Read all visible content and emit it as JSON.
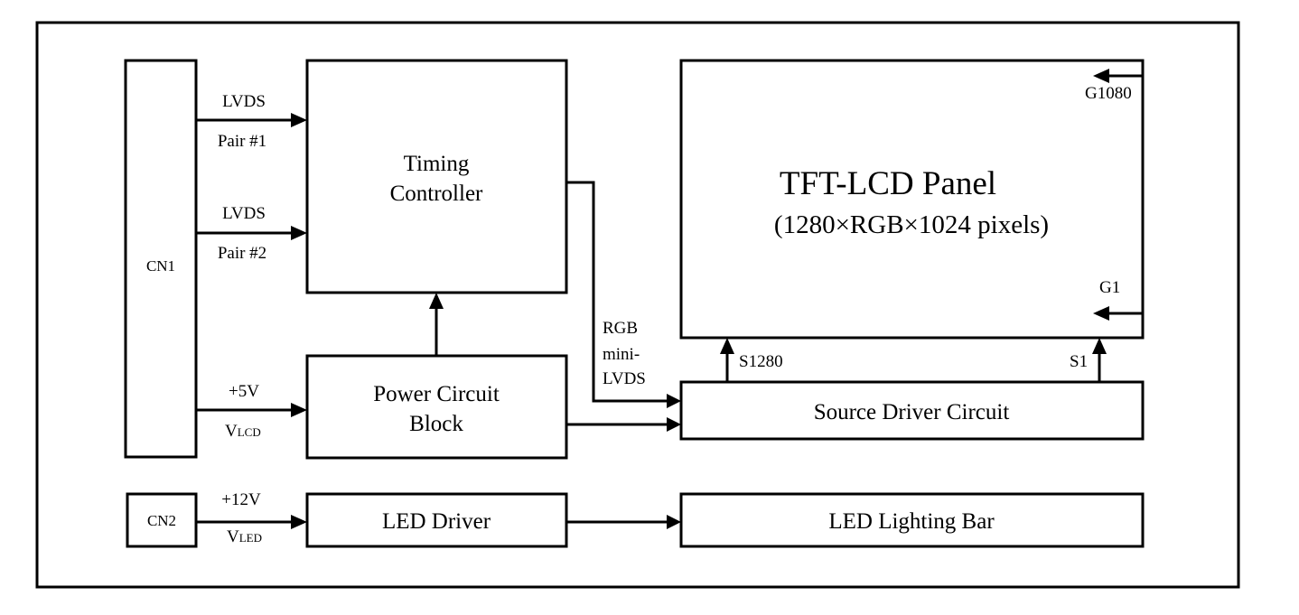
{
  "diagram": {
    "blocks": {
      "cn1": "CN1",
      "cn2": "CN2",
      "timing_controller": [
        "Timing",
        "Controller"
      ],
      "power_circuit": [
        "Power Circuit",
        "Block"
      ],
      "tft_panel": {
        "title": "TFT-LCD Panel",
        "subtitle": "(1280×RGB×1024 pixels)"
      },
      "source_driver": "Source Driver Circuit",
      "led_driver": "LED Driver",
      "led_bar": "LED Lighting Bar"
    },
    "signals": {
      "lvds1_top": "LVDS",
      "lvds1_bottom": "Pair #1",
      "lvds2_top": "LVDS",
      "lvds2_bottom": "Pair #2",
      "vlcd_top": "+5V",
      "vlcd_bottom_main": "V",
      "vlcd_bottom_sub": "LCD",
      "vled_top": "+12V",
      "vled_bottom_main": "V",
      "vled_bottom_sub": "LED",
      "rgb_lines": [
        "RGB",
        "mini-",
        "LVDS"
      ],
      "gate_last": "G1080",
      "gate_first": "G1",
      "source_last": "S1280",
      "source_first": "S1"
    }
  }
}
